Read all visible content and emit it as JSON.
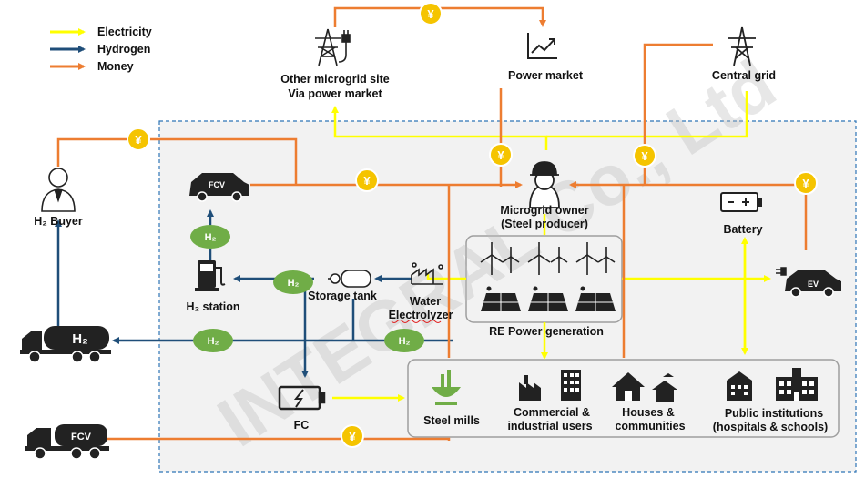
{
  "legend": {
    "electricity": "Electricity",
    "hydrogen": "Hydrogen",
    "money": "Money"
  },
  "colors": {
    "electricity": "#ffff00",
    "hydrogen": "#1f4e79",
    "money": "#ed7d31",
    "coin": "#f5c400",
    "h2_bubble": "#70ad47",
    "boundary": "#2e75b6"
  },
  "nodes": {
    "other_microgrid_line1": "Other microgrid site",
    "other_microgrid_line2": "Via power market",
    "power_market": "Power market",
    "central_grid": "Central grid",
    "h2_buyer": "H₂ Buyer",
    "fcv_car": "FCV",
    "microgrid_owner_line1": "Microgrid owner",
    "microgrid_owner_line2": "(Steel producer)",
    "battery": "Battery",
    "ev": "EV",
    "h2_station": "H₂ station",
    "storage_tank": "Storage tank",
    "water_line1": "Water",
    "water_line2": "Electrolyzer",
    "re_power": "RE Power generation",
    "truck_h2": "H₂",
    "fc": "FC",
    "steel_mills": "Steel mills",
    "commercial_line1": "Commercial &",
    "commercial_line2": "industrial  users",
    "houses_line1": "Houses &",
    "houses_line2": "communities",
    "public_line1": "Public institutions",
    "public_line2": "(hospitals & schools)",
    "truck_fcv": "FCV"
  },
  "symbols": {
    "yen": "¥",
    "h2": "H₂"
  },
  "watermark": "INTEGRAL Co., Ltd",
  "icons": [
    "tower-icon",
    "plug-icon",
    "chart-icon",
    "pylon-icon",
    "person-icon",
    "car-icon",
    "helmet-worker-icon",
    "battery-icon",
    "plug-car-icon",
    "fuel-pump-icon",
    "tank-icon",
    "factory-icon",
    "wind-turbine-icon",
    "solar-panel-icon",
    "truck-icon",
    "fuel-cell-icon",
    "steel-mill-icon",
    "building-icon",
    "house-icon",
    "hospital-icon"
  ]
}
